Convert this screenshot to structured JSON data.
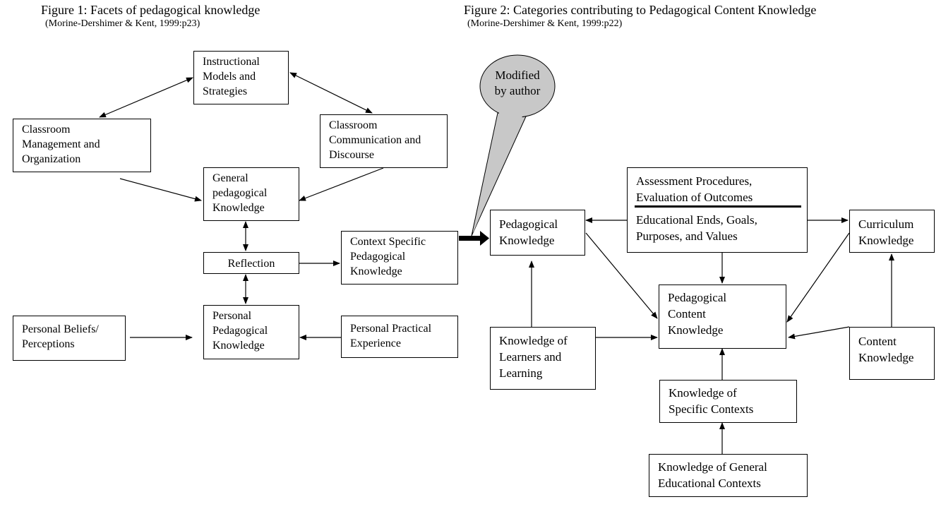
{
  "figure1": {
    "title": "Figure 1: Facets of pedagogical knowledge",
    "citation": "(Morine-Dershimer & Kent, 1999:p23)",
    "nodes": {
      "instructional": [
        "Instructional",
        "Models and",
        "Strategies"
      ],
      "classroom_mgmt": [
        "Classroom",
        "Management and",
        "Organization"
      ],
      "classroom_comm": [
        "Classroom",
        "Communication and",
        "Discourse"
      ],
      "general_pk": [
        "General",
        "pedagogical",
        "Knowledge"
      ],
      "reflection": [
        "Reflection"
      ],
      "context_specific": [
        "Context Specific",
        "Pedagogical",
        "Knowledge"
      ],
      "personal_beliefs": [
        "Personal Beliefs/",
        "Perceptions"
      ],
      "personal_pk": [
        "Personal",
        "Pedagogical",
        "Knowledge"
      ],
      "personal_practical": [
        "Personal Practical",
        "Experience"
      ]
    }
  },
  "figure2": {
    "title": "Figure 2: Categories contributing to Pedagogical Content Knowledge",
    "citation": "(Morine-Dershimer & Kent, 1999:p22)",
    "callout": [
      "Modified",
      "by author"
    ],
    "nodes": {
      "pedagogical_k": [
        "Pedagogical",
        "Knowledge"
      ],
      "assessment": [
        "Assessment Procedures,",
        "Evaluation of Outcomes"
      ],
      "ends": [
        "Educational Ends, Goals,",
        "Purposes, and Values"
      ],
      "curriculum": [
        "Curriculum",
        "Knowledge"
      ],
      "pck": [
        "Pedagogical",
        "Content",
        "Knowledge"
      ],
      "learners": [
        "Knowledge of",
        "Learners and",
        "Learning"
      ],
      "content": [
        "Content",
        "Knowledge"
      ],
      "specific_contexts": [
        "Knowledge of",
        "Specific Contexts"
      ],
      "general_contexts": [
        "Knowledge of General",
        "Educational Contexts"
      ]
    }
  },
  "colors": {
    "callout_fill": "#c8c8c8",
    "ink": "#000000"
  }
}
